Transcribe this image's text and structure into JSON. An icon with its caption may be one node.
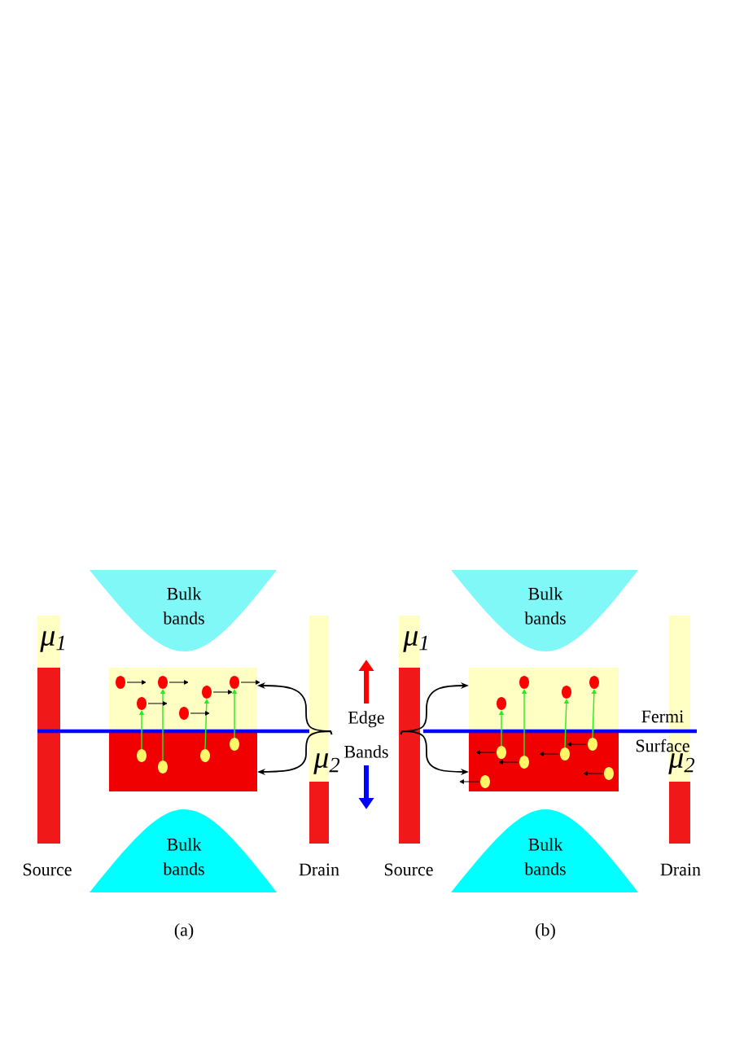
{
  "diagram": {
    "nodes": [
      {
        "text": [
          "Bulk bands"
        ]
      },
      {
        "text": [
          "Bulk bands"
        ]
      },
      {
        "text": [],
        "shape": "box"
      },
      {
        "text": [
          "Edge Bands"
        ]
      },
      {
        "text": [],
        "shape": "box"
      },
      {
        "text": [
          "Bulk bands"
        ]
      },
      {
        "text": [
          "Bulk bands"
        ]
      }
    ],
    "edges": [
      {
        "from": 3,
        "to": 2,
        "arrow": "to"
      },
      {
        "from": 3,
        "to": 2,
        "arrow": "to"
      },
      {
        "from": 3,
        "to": 4,
        "arrow": "to"
      },
      {
        "from": 3,
        "to": 4,
        "arrow": "to"
      }
    ],
    "labels": [
      "μ$_{1}$",
      "μ$_{1}$",
      "μ$_{2}$",
      "Fermi Surface",
      "μ$_{2}$",
      "Source",
      "Drain",
      "Source",
      "Drain",
      "(a)",
      "(b)"
    ]
  }
}
